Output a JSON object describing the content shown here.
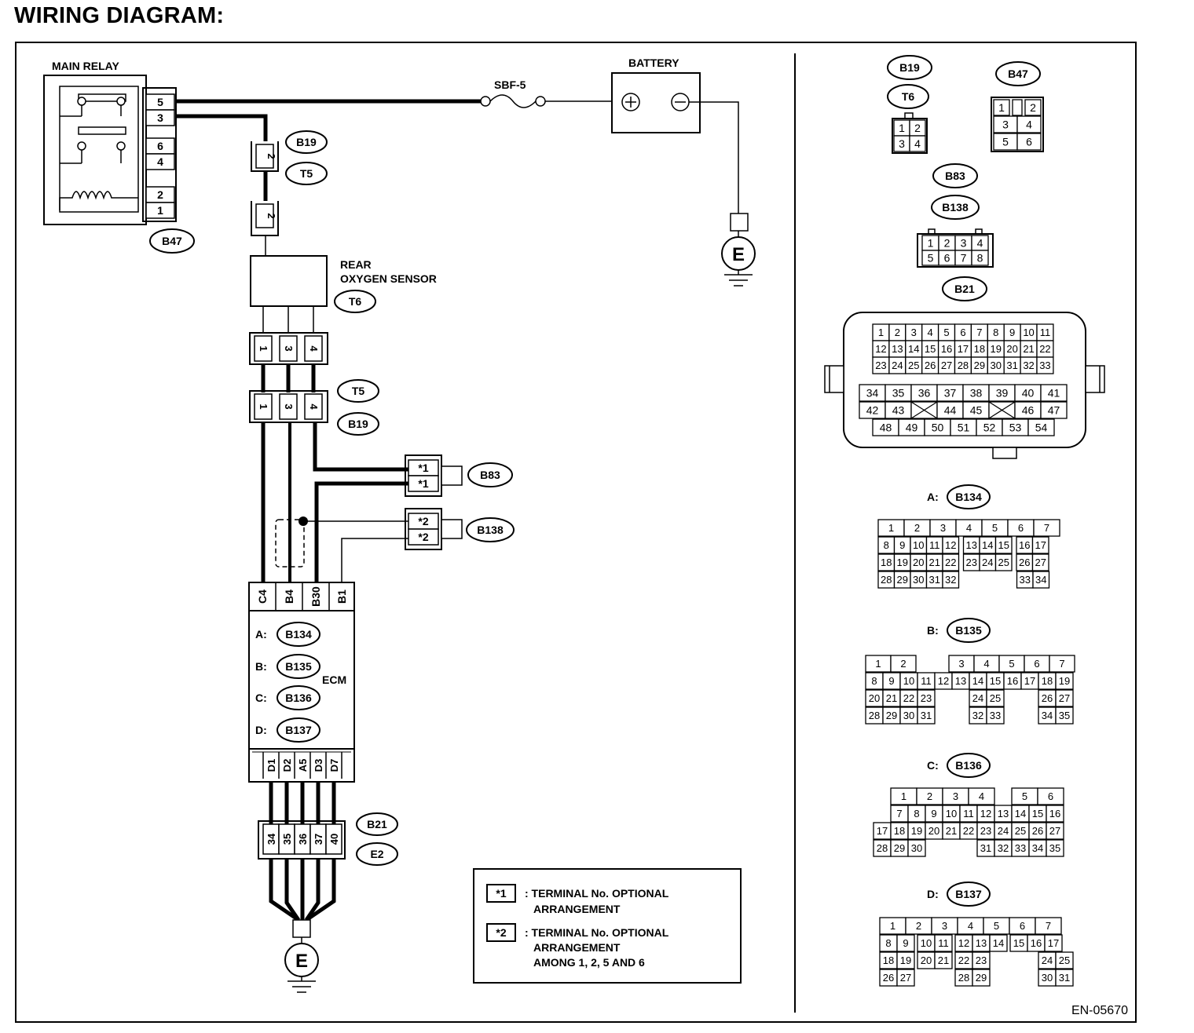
{
  "title": "WIRING DIAGRAM:",
  "figure_code": "EN-05670",
  "components": {
    "main_relay": "MAIN RELAY",
    "battery": "BATTERY",
    "fuse": "SBF-5",
    "rear_o2_line1": "REAR",
    "rear_o2_line2": "OXYGEN SENSOR",
    "ecm": "ECM",
    "ground": "E"
  },
  "relay_pins": [
    "5",
    "3",
    "6",
    "4",
    "2",
    "1"
  ],
  "sensor_pins": [
    "1",
    "3",
    "4"
  ],
  "joint_pins": [
    "*1",
    "*1",
    "*2",
    "*2"
  ],
  "ecm_top_pins": [
    "C4",
    "B4",
    "B30",
    "B1"
  ],
  "ecm_bottom_pins": [
    "D1",
    "D2",
    "A5",
    "D3",
    "D7"
  ],
  "ground_pins": [
    "34",
    "35",
    "36",
    "37",
    "40"
  ],
  "pin_two": "2",
  "tags": {
    "b47": "B47",
    "b19": "B19",
    "t5": "T5",
    "t6": "T6",
    "b83": "B83",
    "b138": "B138",
    "b21": "B21",
    "e2": "E2",
    "b134": "B134",
    "b135": "B135",
    "b136": "B136",
    "b137": "B137"
  },
  "ecm_prefixes": [
    "A:",
    "B:",
    "C:",
    "D:"
  ],
  "legend": {
    "key1": "*1",
    "text1_line1": ": TERMINAL No. OPTIONAL",
    "text1_line2": "ARRANGEMENT",
    "key2": "*2",
    "text2_line1": ": TERMINAL No. OPTIONAL",
    "text2_line2": "ARRANGEMENT",
    "text2_line3": "AMONG 1, 2, 5  AND 6"
  },
  "connector_views": {
    "b19_t6": [
      [
        "1",
        "2"
      ],
      [
        "3",
        "4"
      ]
    ],
    "b47": [
      [
        "1",
        "",
        "2"
      ],
      [
        "3",
        "4"
      ],
      [
        "5",
        "6"
      ]
    ],
    "b83_b138": [
      [
        "1",
        "2",
        "3",
        "4"
      ],
      [
        "5",
        "6",
        "7",
        "8"
      ]
    ],
    "b21_top": [
      [
        "1",
        "2",
        "3",
        "4",
        "5",
        "6",
        "7",
        "8",
        "9",
        "10",
        "11"
      ],
      [
        "12",
        "13",
        "14",
        "15",
        "16",
        "17",
        "18",
        "19",
        "20",
        "21",
        "22"
      ],
      [
        "23",
        "24",
        "25",
        "26",
        "27",
        "28",
        "29",
        "30",
        "31",
        "32",
        "33"
      ]
    ],
    "b21_bottom": [
      [
        "34",
        "35",
        "36",
        "37",
        "38",
        "39",
        "40",
        "41"
      ],
      [
        "42",
        "43",
        "",
        "44",
        "45",
        "",
        "46",
        "47"
      ],
      [
        "48",
        "49",
        "50",
        "51",
        "52",
        "53",
        "54"
      ]
    ],
    "b134": [
      [
        "1",
        "2",
        "3",
        "4",
        "5",
        "6",
        "7"
      ],
      [
        "8",
        "9",
        "10",
        "11",
        "12",
        "13",
        "14",
        "15",
        "16",
        "17"
      ],
      [
        "18",
        "19",
        "20",
        "21",
        "22",
        "23",
        "24",
        "25",
        "26",
        "27"
      ],
      [
        "28",
        "29",
        "30",
        "31",
        "32",
        "33",
        "34"
      ]
    ],
    "b135": [
      [
        "1",
        "2",
        "3",
        "4",
        "5",
        "6",
        "7"
      ],
      [
        "8",
        "9",
        "10",
        "11",
        "12",
        "13",
        "14",
        "15",
        "16",
        "17",
        "18",
        "19"
      ],
      [
        "20",
        "21",
        "22",
        "23",
        "24",
        "25",
        "26",
        "27"
      ],
      [
        "28",
        "29",
        "30",
        "31",
        "32",
        "33",
        "34",
        "35"
      ]
    ],
    "b136": [
      [
        "1",
        "2",
        "3",
        "4",
        "5",
        "6"
      ],
      [
        "7",
        "8",
        "9",
        "10",
        "11",
        "12",
        "13",
        "14",
        "15",
        "16"
      ],
      [
        "17",
        "18",
        "19",
        "20",
        "21",
        "22",
        "23",
        "24",
        "25",
        "26",
        "27"
      ],
      [
        "28",
        "29",
        "30",
        "31",
        "32",
        "33",
        "34",
        "35"
      ]
    ],
    "b137": [
      [
        "1",
        "2",
        "3",
        "4",
        "5",
        "6",
        "7"
      ],
      [
        "8",
        "9",
        "10",
        "11",
        "12",
        "13",
        "14",
        "15",
        "16",
        "17"
      ],
      [
        "18",
        "19",
        "20",
        "21",
        "22",
        "23",
        "24",
        "25"
      ],
      [
        "26",
        "27",
        "28",
        "29",
        "30",
        "31"
      ]
    ]
  }
}
